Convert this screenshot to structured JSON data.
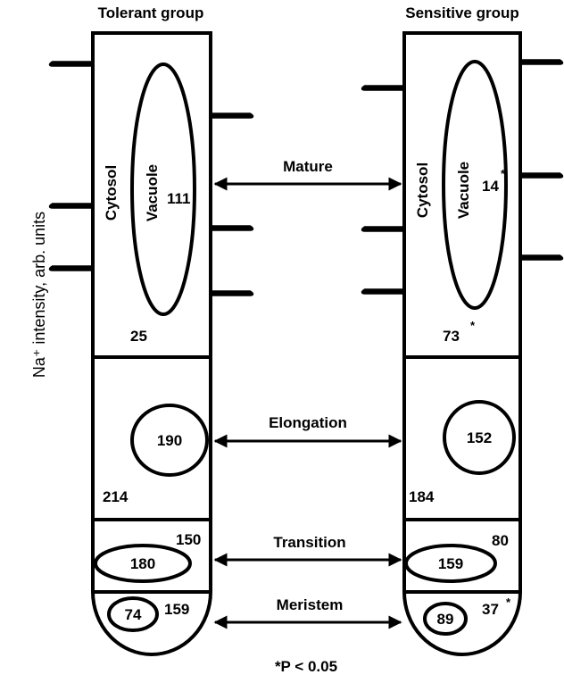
{
  "headers": {
    "tolerant": "Tolerant group",
    "sensitive": "Sensitive group"
  },
  "axis_label": "Na⁺ intensity, arb. units",
  "zones": {
    "mature": "Mature",
    "elongation": "Elongation",
    "transition": "Transition",
    "meristem": "Meristem"
  },
  "compartments": {
    "cytosol": "Cytosol",
    "vacuole": "Vacuole"
  },
  "tolerant_values": {
    "mature_vacuole": "111",
    "mature_cytosol": "25",
    "elongation_vacuole": "190",
    "elongation_cytosol": "214",
    "transition_cytosol": "150",
    "transition_vacuole": "180",
    "meristem_vacuole": "74",
    "meristem_cytosol": "159"
  },
  "sensitive_values": {
    "mature_vacuole": "14",
    "mature_cytosol": "73",
    "elongation_vacuole": "152",
    "elongation_cytosol": "184",
    "transition_cytosol": "80",
    "transition_vacuole": "159",
    "meristem_vacuole": "89",
    "meristem_cytosol": "37"
  },
  "significance_mark": "*",
  "footnote": "*P < 0.05"
}
